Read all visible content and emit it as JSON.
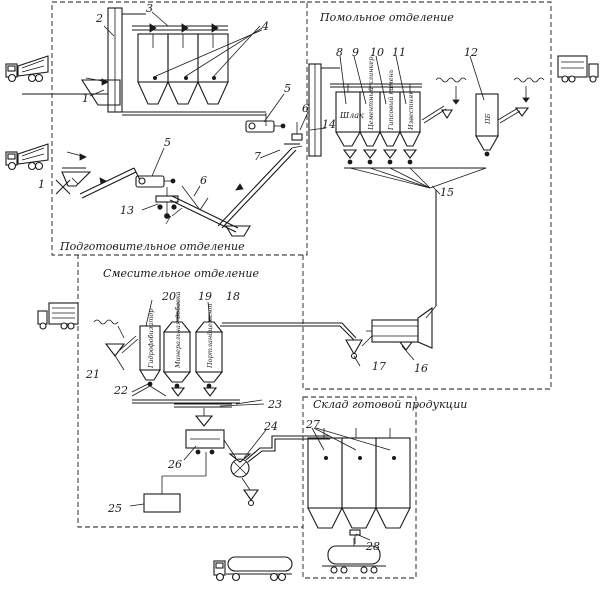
{
  "sections": {
    "mill": "Помольное отделение",
    "prep": "Подготовительное отделение",
    "mix": "Смесительное отделение",
    "warehouse": "Склад готовой продукции"
  },
  "bin_labels": {
    "slag": "Шлак",
    "clinker": "Цементный клинкер",
    "gypsum": "Гипсовый камень",
    "limestone": "Известняк",
    "bin12": "ПБ",
    "additive": "Гидрофобизатор",
    "cement_bin": "Портландцемент",
    "mineral_bin": "Минеральная добавка"
  },
  "labels": {
    "n1a": "1",
    "n1b": "1",
    "n2": "2",
    "n3": "3",
    "n4": "4",
    "n5a": "5",
    "n5b": "5",
    "n6a": "6",
    "n6b": "6",
    "n7a": "7",
    "n7b": "7",
    "n8": "8",
    "n9": "9",
    "n10": "10",
    "n11": "11",
    "n12": "12",
    "n13": "13",
    "n14": "14",
    "n15": "15",
    "n16": "16",
    "n17": "17",
    "n18": "18",
    "n19": "19",
    "n20": "20",
    "n21": "21",
    "n22": "22",
    "n23": "23",
    "n24": "24",
    "n25": "25",
    "n26": "26",
    "n27": "27",
    "n28": "28"
  }
}
